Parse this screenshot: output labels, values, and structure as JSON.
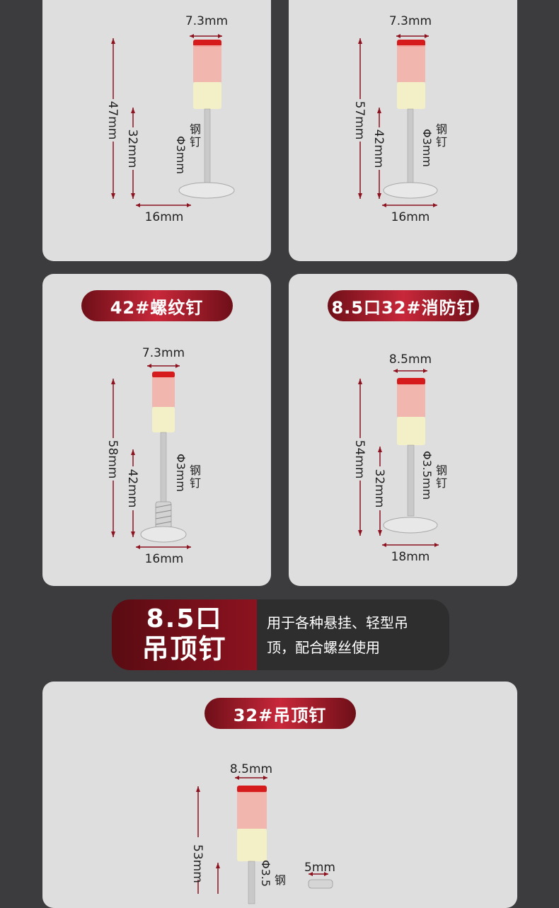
{
  "cards": [
    {
      "title": "",
      "top_width": "7.3mm",
      "total_len": "47mm",
      "pin_len": "32mm",
      "pin_dia": "Φ3mm",
      "material": "钢钉",
      "base_width": "16mm"
    },
    {
      "title": "",
      "top_width": "7.3mm",
      "total_len": "57mm",
      "pin_len": "42mm",
      "pin_dia": "Φ3mm",
      "material": "钢钉",
      "base_width": "16mm"
    },
    {
      "title": "42#螺纹钉",
      "top_width": "7.3mm",
      "total_len": "58mm",
      "pin_len": "42mm",
      "pin_dia": "Φ3mm",
      "material": "钢钉",
      "base_width": "16mm"
    },
    {
      "title": "8.5口32#消防钉",
      "top_width": "8.5mm",
      "total_len": "54mm",
      "pin_len": "32mm",
      "pin_dia": "Φ3.5mm",
      "material": "钢钉",
      "base_width": "18mm"
    }
  ],
  "banner": {
    "line1": "8.5口",
    "line2": "吊顶钉",
    "desc1": "用于各种悬挂、轻型吊",
    "desc2": "顶，配合螺丝使用"
  },
  "bottom_card": {
    "title": "32#吊顶钉",
    "top_width": "8.5mm",
    "total_len": "53mm",
    "pin_dia": "Φ3.5",
    "material": "钢",
    "side_width": "5mm"
  },
  "colors": {
    "background": "#3c3c3e",
    "card": "#dedede",
    "accent": "#c8283a",
    "arrow": "#8c1320"
  }
}
